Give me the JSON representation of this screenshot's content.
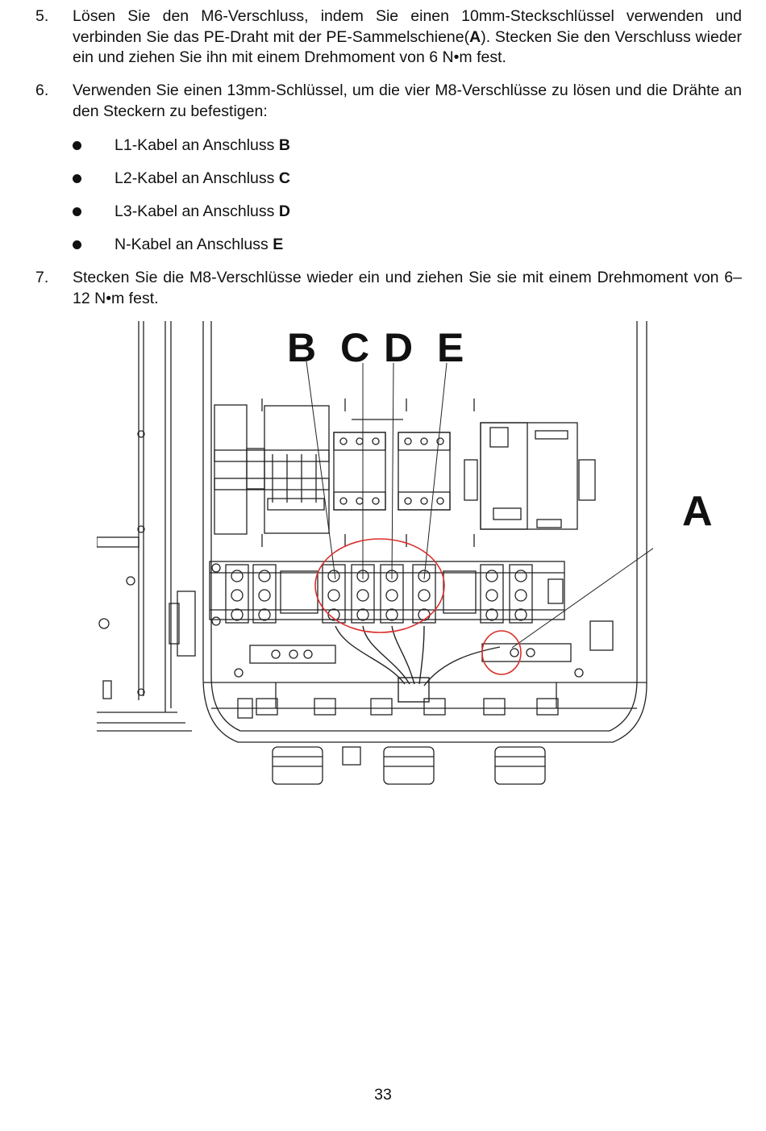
{
  "steps": [
    {
      "number": "5.",
      "text_before": "Lösen Sie den M6-Verschluss, indem Sie einen 10mm-Steckschlüssel verwenden und verbinden Sie das PE-Draht mit der PE-Sammelschiene(",
      "bold": "A",
      "text_after": "). Stecken Sie den Verschluss wieder ein und ziehen Sie ihn mit einem Drehmoment von 6 N•m fest."
    },
    {
      "number": "6.",
      "text": "Verwenden Sie einen 13mm-Schlüssel, um die vier M8-Verschlüsse zu lösen und die Drähte an den Steckern zu befestigen:"
    },
    {
      "number": "7.",
      "text": "Stecken Sie die M8-Verschlüsse wieder ein und ziehen Sie sie mit einem Drehmoment von 6–12 N•m fest."
    }
  ],
  "bullets": [
    {
      "text": "L1-Kabel an Anschluss ",
      "bold": "B"
    },
    {
      "text": "L2-Kabel an Anschluss ",
      "bold": "C"
    },
    {
      "text": "L3-Kabel an Anschluss ",
      "bold": "D"
    },
    {
      "text": "N-Kabel an Anschluss ",
      "bold": "E"
    }
  ],
  "figure": {
    "labels": {
      "b": "B",
      "c": "C",
      "d": "D",
      "e": "E",
      "a": "A"
    },
    "colors": {
      "line": "#222222",
      "highlight": "#d9302c"
    }
  },
  "page_number": "33"
}
